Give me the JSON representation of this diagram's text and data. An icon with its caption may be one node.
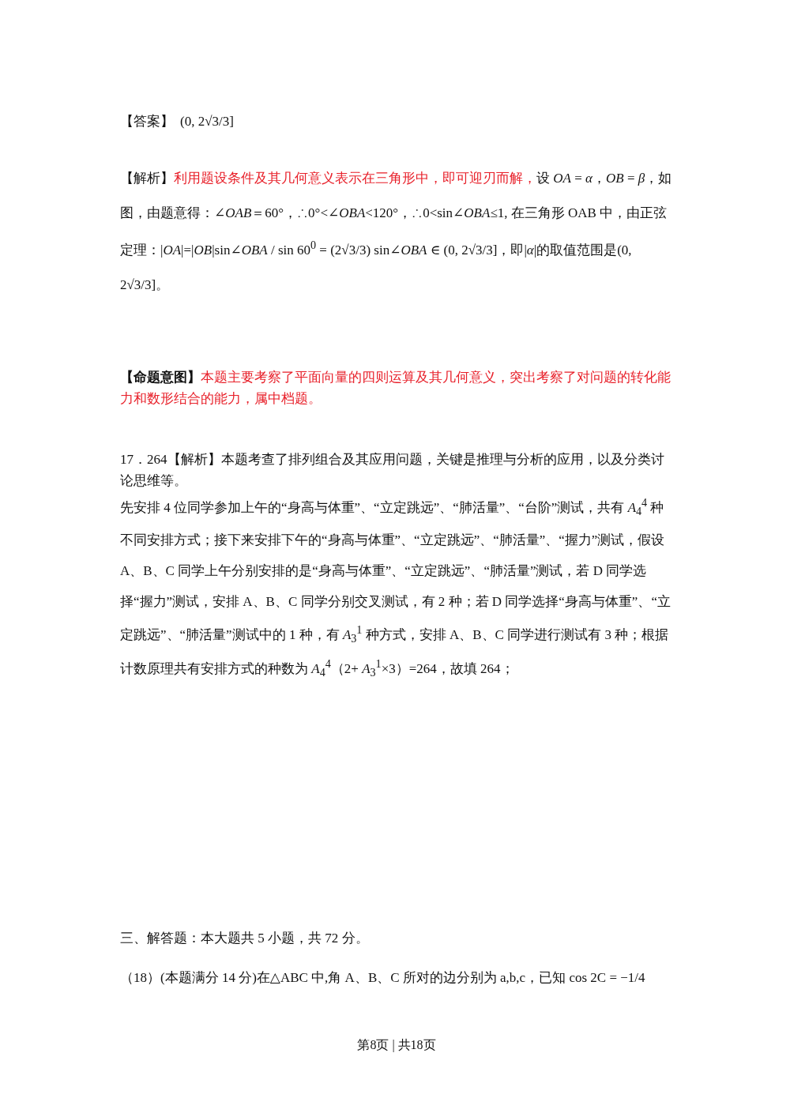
{
  "diagram": {
    "labels": [
      "【答案】",
      "(0, 2√3/3]",
      "【解析】",
      "利用题设条件及其几何意义表示在三角形中，即可迎刃而解，",
      "设 *OA* = *α*，*OB* = *β*，如图，由题意得：∠*OAB*＝60°，∴0°<∠*OBA*<120°，∴0<sin∠*OBA*≤1, 在三角形 OAB 中，由正弦定理：|*OA*|=|*OB*|sin∠*OBA* / sin 60$^{0}$ = (2√3/3) sin∠*OBA* ∈ (0, 2√3/3]，即|*α*|的取值范围是(0, 2√3/3]。",
      "【命题意图】",
      "本题主要考察了平面向量的四则运算及其几何意义，突出考察了对问题的转化能力和数形结合的能力，属中档题。",
      "17．264【解析】本题考查了排列组合及其应用问题，关键是推理与分析的应用，以及分类讨论思维等。",
      "先安排 4 位同学参加上午的“身高与体重”、“立定跳远”、“肺活量”、“台阶”测试，共有 *A*$_{4}$$^{4}$ 种不同安排方式；接下来安排下午的“身高与体重”、“立定跳远”、“肺活量”、“握力”测试，假设 A、B、C 同学上午分别安排的是“身高与体重”、“立定跳远”、“肺活量”测试，若 D 同学选择“握力”测试，安排 A、B、C 同学分别交叉测试，有 2 种；若 D 同学选择“身高与体重”、“立定跳远”、“肺活量”测试中的 1 种，有 *A*$_{3}$$^{1}$ 种方式，安排 A、B、C 同学进行测试有 3 种；根据计数原理共有安排方式的种数为 *A*$_{4}$$^{4}$（2+ *A*$_{3}$$^{1}$×3）=264，故填 264；",
      "三、解答题：本大题共 5 小题，共 72 分。",
      "（18）(本题满分 14 分)在△ABC 中,角 A、B、C 所对的边分别为 a,b,c，已知 cos 2C = −1/4",
      "第8页 | 共18页"
    ]
  }
}
